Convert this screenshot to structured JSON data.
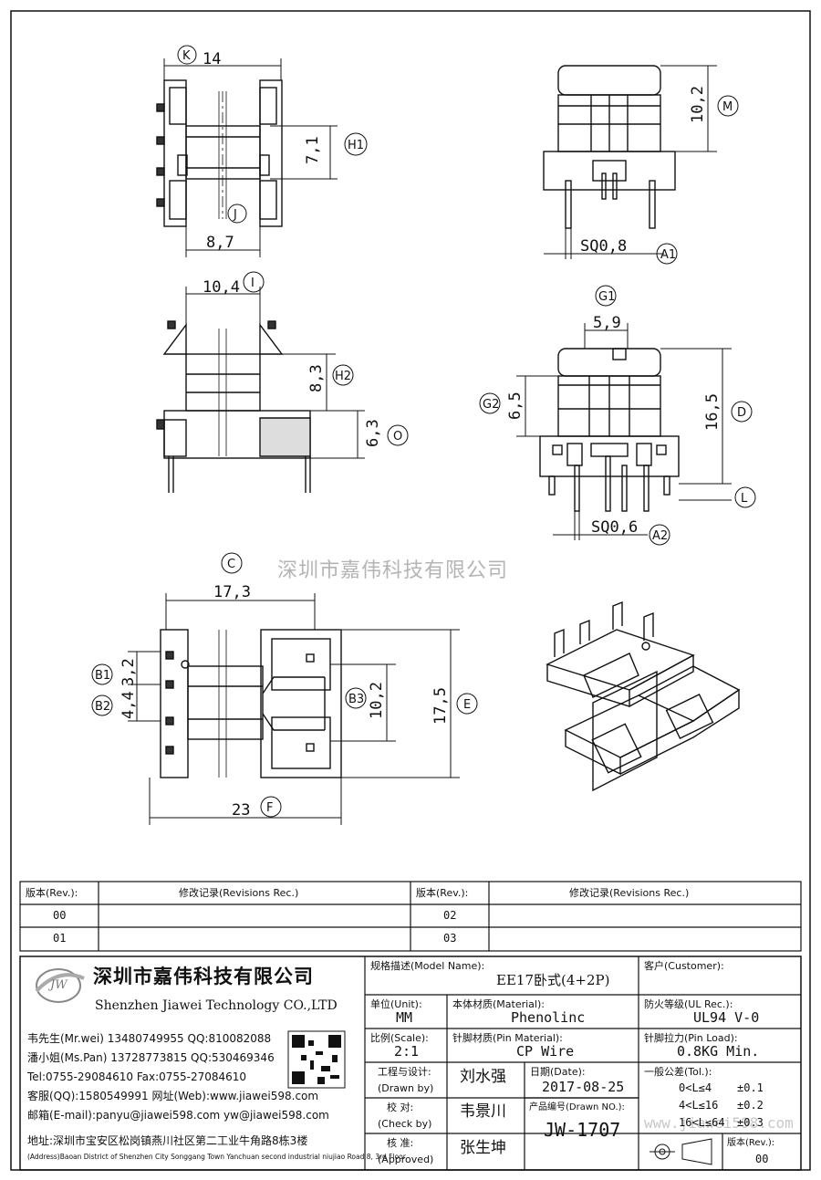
{
  "dimensions": {
    "top_left": {
      "k": "14",
      "h1": "7,1",
      "j": "8,7"
    },
    "top_right": {
      "m": "10,2",
      "a1": "SQ0,8"
    },
    "mid_left": {
      "i": "10,4",
      "h2": "8,3",
      "o": "6,3"
    },
    "mid_right": {
      "g1": "5,9",
      "g2": "6,5",
      "d": "16,5",
      "a2": "SQ0,6"
    },
    "bottom_left": {
      "c": "17,3",
      "b1": "3,2",
      "b2": "4,4",
      "b3": "10,2",
      "e": "17,5",
      "f": "23"
    }
  },
  "labels": {
    "K": "K",
    "H1": "H1",
    "J": "J",
    "M": "M",
    "A1": "A1",
    "I": "I",
    "H2": "H2",
    "O": "O",
    "G1": "G1",
    "G2": "G2",
    "D": "D",
    "L": "L",
    "A2": "A2",
    "C": "C",
    "B1": "B1",
    "B2": "B2",
    "B3": "B3",
    "E": "E",
    "F": "F"
  },
  "watermark": "深圳市嘉伟科技有限公司",
  "watermark_url": "www.jiawei598.com",
  "revisions": {
    "header_rev": "版本(Rev.):",
    "header_rec": "修改记录(Revisions Rec.)",
    "rows_left": [
      "00",
      "01"
    ],
    "rows_right": [
      "02",
      "03"
    ]
  },
  "company": {
    "logo": "JW",
    "name_cn": "深圳市嘉伟科技有限公司",
    "name_en": "Shenzhen Jiawei Technology CO.,LTD",
    "contacts": [
      "韦先生(Mr.wei) 13480749955 QQ:810082088",
      "潘小姐(Ms.Pan) 13728773815 QQ:530469346",
      "Tel:0755-29084610      Fax:0755-27084610",
      "客服(QQ):1580549991   网址(Web):www.jiawei598.com",
      "邮箱(E-mail):panyu@jiawei598.com  yw@jiawei598.com"
    ],
    "address_cn": "地址:深圳市宝安区松岗镇燕川社区第二工业牛角路8栋3楼",
    "address_en": "(Address)Baoan District of Shenzhen City Songgang Town Yanchuan  second industrial niujiao Road 8, 3rd Floor"
  },
  "title_block": {
    "model_label": "规格描述(Model Name):",
    "model_value": "EE17卧式(4+2P)",
    "customer_label": "客户(Customer):",
    "customer_value": "",
    "unit_label": "单位(Unit):",
    "unit_value": "MM",
    "material_label": "本体材质(Material):",
    "material_value": "Phenolinc",
    "ul_label": "防火等级(UL Rec.):",
    "ul_value": "UL94 V-0",
    "scale_label": "比例(Scale):",
    "scale_value": "2:1",
    "pin_material_label": "针脚材质(Pin Material):",
    "pin_material_value": "CP Wire",
    "pin_load_label": "针脚拉力(Pin Load):",
    "pin_load_value": "0.8KG Min.",
    "drawn_label_cn": "工程与设计:",
    "drawn_label_en": "(Drawn by)",
    "drawn_value": "刘水强",
    "check_label_cn": "校  对:",
    "check_label_en": "(Check by)",
    "check_value": "韦景川",
    "approved_label_cn": "核  准:",
    "approved_label_en": "(Approved)",
    "approved_value": "张生坤",
    "date_label": "日期(Date):",
    "date_value": "2017-08-25",
    "drawn_no_label": "产品编号(Drawn NO.):",
    "drawn_no_value": "JW-1707",
    "tol_label": "一般公差(Tol.):",
    "tol_rows": [
      {
        "range": "0<L≤4",
        "value": "±0.1"
      },
      {
        "range": "4<L≤16",
        "value": "±0.2"
      },
      {
        "range": "16<L≤64",
        "value": "±0.3"
      }
    ],
    "rev_label": "版本(Rev.):",
    "rev_value": "00"
  }
}
